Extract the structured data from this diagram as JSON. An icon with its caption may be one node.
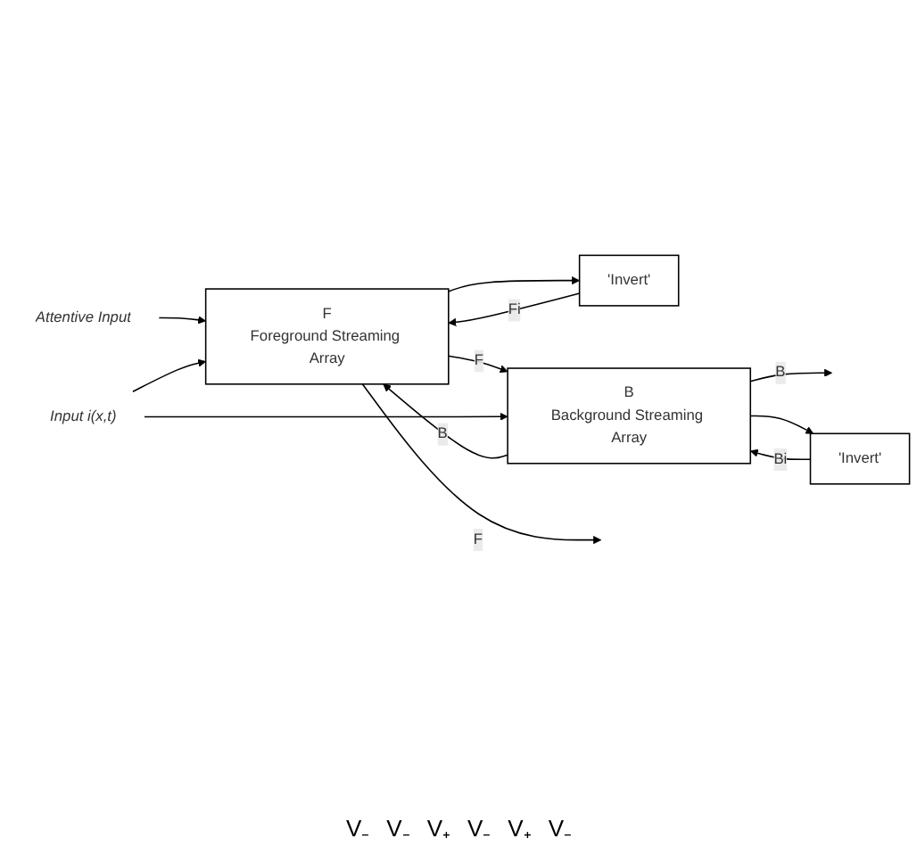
{
  "diagram": {
    "nodes": [
      {
        "text": [
          "Attentive Input"
        ]
      },
      {
        "text": [
          "Input i(x,t)"
        ]
      },
      {
        "text": [
          "'Invert'"
        ]
      },
      {
        "text": [
          "F",
          "Foreground Streaming Array"
        ]
      },
      {
        "text": [
          "B",
          "Background Streaming Array"
        ]
      },
      {
        "text": [
          "'Invert'"
        ]
      }
    ],
    "edges": [
      {
        "from": 2,
        "to": 3,
        "arrow": "to",
        "label": "Fi"
      },
      {
        "from": 0,
        "to": 3,
        "arrow": "to"
      },
      {
        "from": 4,
        "to": 3,
        "arrow": "to",
        "label": "B"
      },
      {
        "from": 1,
        "to": 3,
        "arrow": "to"
      },
      {
        "from": 3,
        "to": 2,
        "arrow": "to"
      },
      {
        "from": 3,
        "to": null,
        "arrow": "to",
        "label": "F"
      },
      {
        "from": 3,
        "to": 4,
        "arrow": "to",
        "label": "F"
      },
      {
        "from": 1,
        "to": 4,
        "arrow": "to"
      },
      {
        "from": 5,
        "to": 4,
        "arrow": "to",
        "label": "Bi"
      },
      {
        "from": 4,
        "to": null,
        "arrow": "to",
        "label": "B"
      },
      {
        "from": 4,
        "to": 5,
        "arrow": "to"
      }
    ],
    "labels": [
      "V₋",
      "V₋",
      "V₊",
      "V₋",
      "V₊",
      "V₋"
    ]
  }
}
